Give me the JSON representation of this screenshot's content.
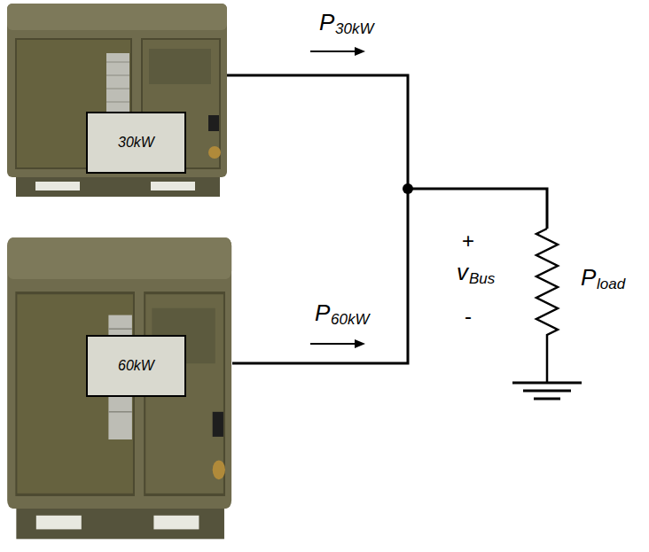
{
  "diagram": {
    "nodes": [
      {
        "text": [
          "30kW"
        ]
      },
      {
        "text": [
          "60kW"
        ]
      }
    ],
    "labels": [
      "P",
      "30kW",
      "P",
      "60kW",
      "+",
      "v",
      "Bus",
      "-",
      "P",
      "load"
    ]
  }
}
